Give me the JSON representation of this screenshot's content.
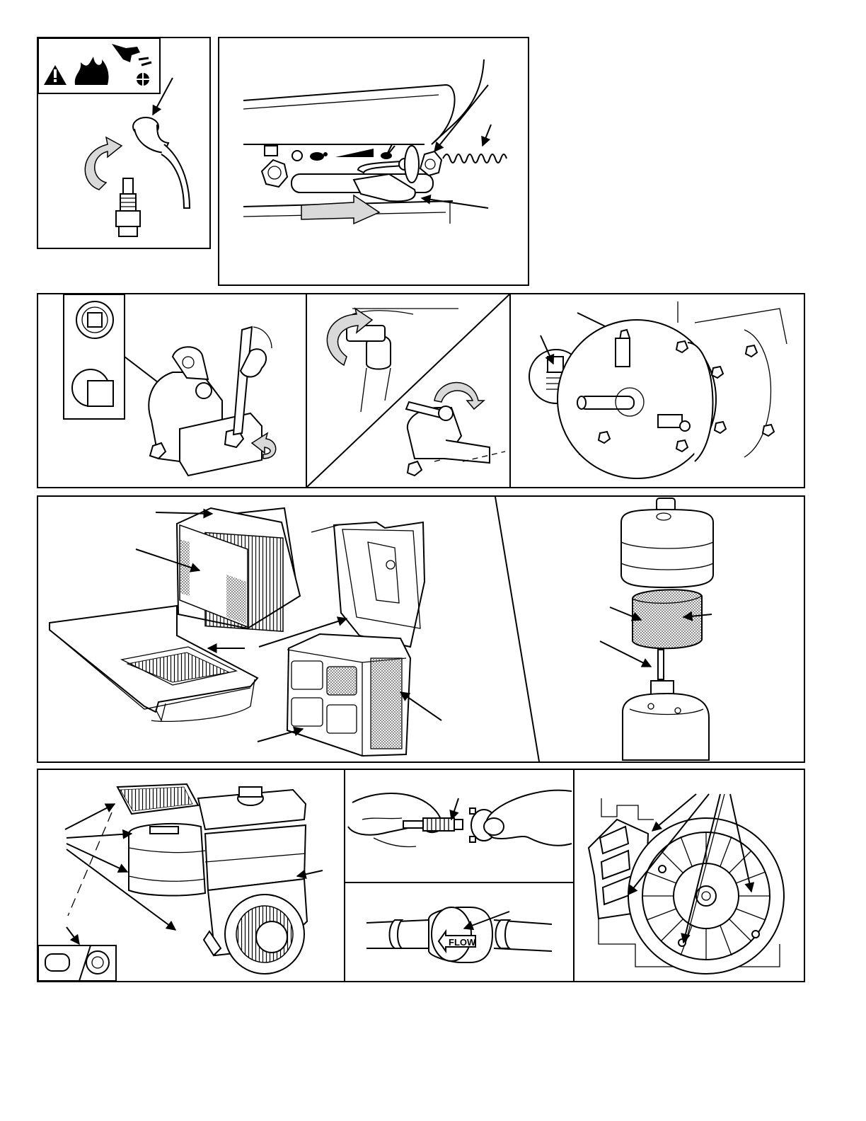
{
  "figures": [
    {
      "id": "fig-spark-plug-lead",
      "labels": []
    },
    {
      "id": "fig-speed-control",
      "labels": []
    },
    {
      "id": "fig-oil-drain",
      "labels": []
    },
    {
      "id": "fig-oil-fill",
      "labels": []
    },
    {
      "id": "fig-gear-reduction",
      "labels": []
    },
    {
      "id": "fig-air-cleaner-cartridge",
      "labels": []
    },
    {
      "id": "fig-air-cleaner-oval",
      "labels": []
    },
    {
      "id": "fig-engine-cooling",
      "labels": []
    },
    {
      "id": "fig-spark-plug-gap",
      "labels": []
    },
    {
      "id": "fig-fuel-filter",
      "labels": []
    },
    {
      "id": "fig-blower-housing",
      "labels": []
    }
  ],
  "fuel_filter": {
    "flow_label": "FLOW"
  },
  "colors": {
    "line": "#000000",
    "fill_shade": "#d9d9d9",
    "background": "#ffffff"
  },
  "icons": [
    "warning-icon",
    "fire-icon",
    "hand-hazard-icon",
    "turtle-slow-icon",
    "rabbit-fast-icon",
    "rotate-arrow-icon"
  ]
}
